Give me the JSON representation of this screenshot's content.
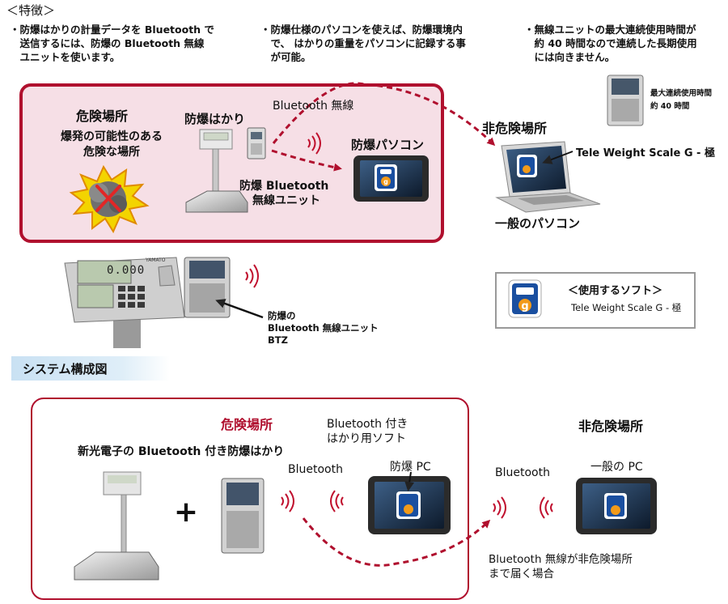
{
  "features": {
    "title": "＜特徴＞",
    "bullets": [
      [
        "・防爆はかりの計量データを Bluetooth で",
        "　送信するには、防爆の Bluetooth 無線",
        "　ユニットを使います。"
      ],
      [
        "・防爆仕様のパソコンを使えば、防爆環境内",
        "　で、 はかりの重量をパソコンに記録する事",
        "　が可能。"
      ],
      [
        "・無線ユニットの最大連続使用時間が",
        "　約 40 時間なので連続した長期使用",
        "　には向きません。"
      ]
    ]
  },
  "top": {
    "hazard_title": "危険場所",
    "hazard_desc": [
      "爆発の可能性のある",
      "危険な場所"
    ],
    "scale_label": "防爆はかり",
    "wireless_label": "Bluetooth 無線",
    "unit_label": [
      "防爆 Bluetooth",
      "無線ユニット"
    ],
    "pc_label": "防爆パソコン",
    "safe_title": "非危険場所",
    "software_pointer": "Tele Weight Scale G - 極",
    "laptop_label": "一般のパソコン",
    "battery_note": [
      "最大連続使用時間",
      "約 40 時間"
    ]
  },
  "device": {
    "display_value": "0.000",
    "brand": "YAMATO",
    "callout": [
      "防爆の",
      "Bluetooth 無線ユニット",
      "BTZ"
    ]
  },
  "software": {
    "heading": "＜使用するソフト＞",
    "name": "Tele Weight Scale G - 極",
    "app_icon_letter": "g"
  },
  "system": {
    "title": "システム構成図",
    "hazard_title": "危険場所",
    "scale_label": "新光電子の Bluetooth 付き防爆はかり",
    "plus": "+",
    "bt1": "Bluetooth",
    "soft_label": [
      "Bluetooth 付き",
      "はかり用ソフト"
    ],
    "pc_label": "防爆 PC",
    "safe_title": "非危険場所",
    "bt2": "Bluetooth",
    "general_pc": "一般の PC",
    "reach_note": [
      "Bluetooth 無線が非危険場所",
      "まで届く場合"
    ]
  },
  "colors": {
    "hazard_red": "#b0102e",
    "hazard_fill": "#f6dfe6",
    "app_blue": "#1a4fa0"
  }
}
